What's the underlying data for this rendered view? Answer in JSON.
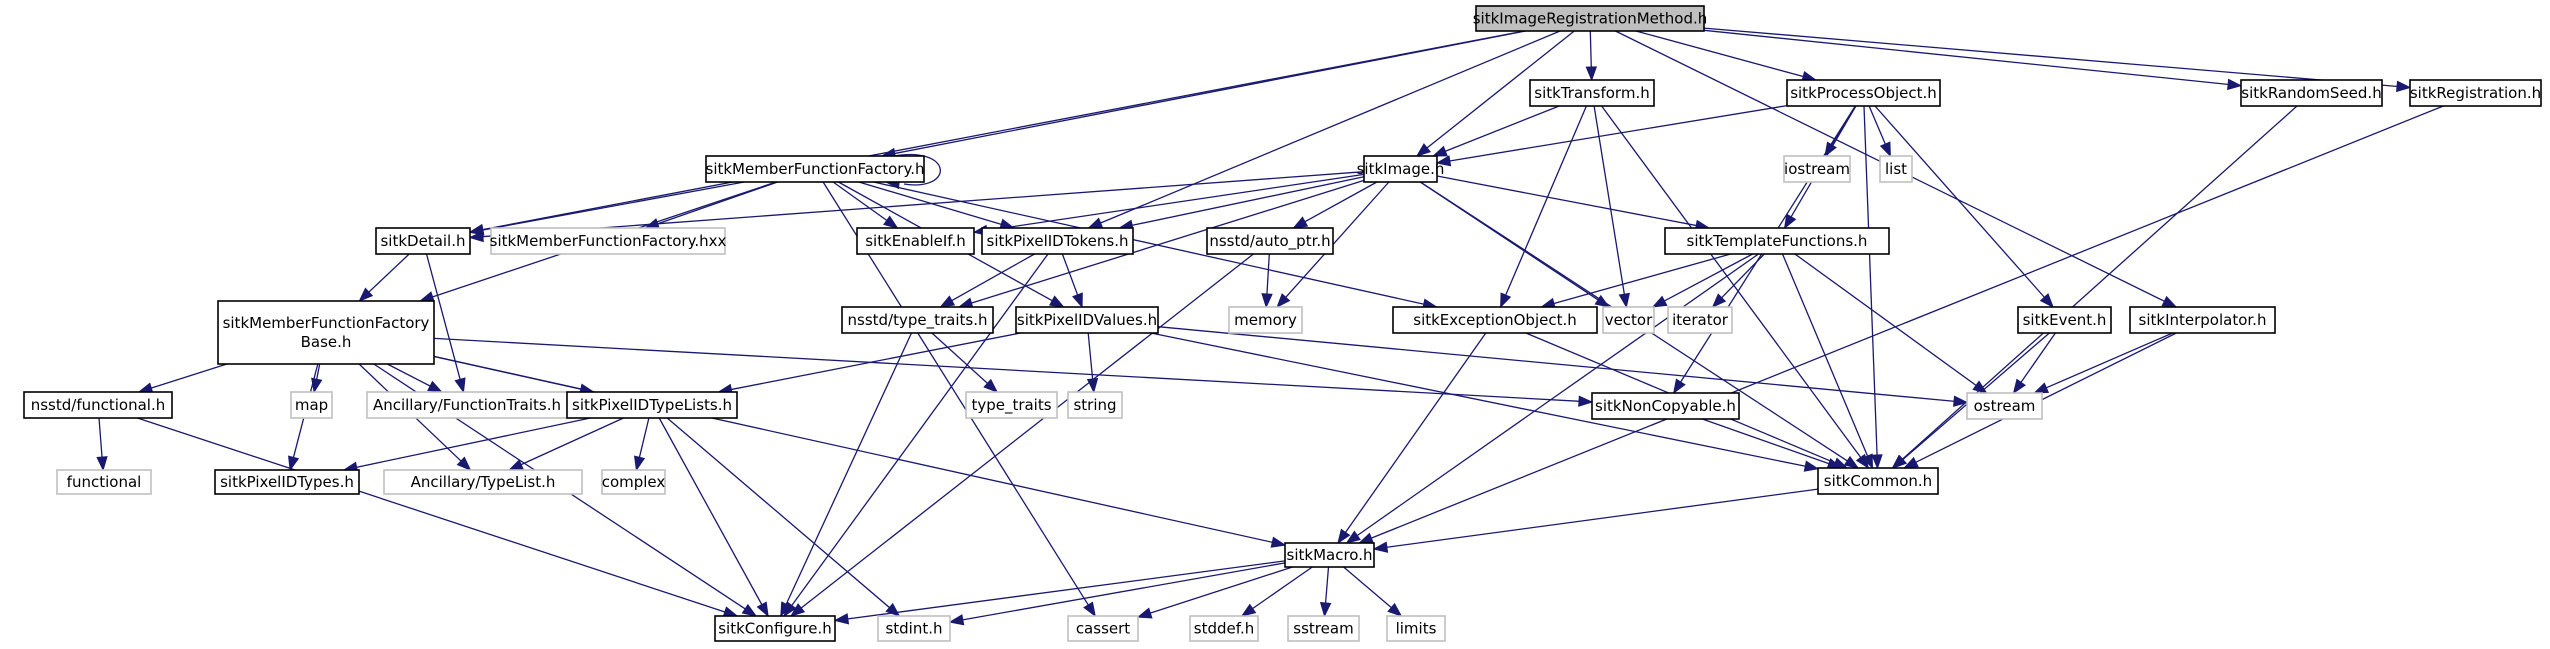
{
  "graph": {
    "title": "sitkImageRegistrationMethod.h",
    "kind": "include dependency graph",
    "colors": {
      "edge": "#191970",
      "root_fill": "#bfbfbf",
      "node_border": "#000000",
      "external_border": "#bfbfbf"
    },
    "nodes": [
      {
        "id": "root",
        "label": "sitkImageRegistrationMethod.h",
        "style": "root"
      },
      {
        "id": "transform",
        "label": "sitkTransform.h",
        "style": "normal"
      },
      {
        "id": "processobject",
        "label": "sitkProcessObject.h",
        "style": "normal"
      },
      {
        "id": "randomseed",
        "label": "sitkRandomSeed.h",
        "style": "normal"
      },
      {
        "id": "registration",
        "label": "sitkRegistration.h",
        "style": "normal"
      },
      {
        "id": "mff",
        "label": "sitkMemberFunctionFactory.h",
        "style": "normal"
      },
      {
        "id": "image",
        "label": "sitkImage.h",
        "style": "normal"
      },
      {
        "id": "iostream",
        "label": "iostream",
        "style": "external"
      },
      {
        "id": "list",
        "label": "list",
        "style": "external"
      },
      {
        "id": "detail",
        "label": "sitkDetail.h",
        "style": "normal"
      },
      {
        "id": "mffhxx",
        "label": "sitkMemberFunctionFactory.hxx",
        "style": "external"
      },
      {
        "id": "enableif",
        "label": "sitkEnableIf.h",
        "style": "normal"
      },
      {
        "id": "pixelidtokens",
        "label": "sitkPixelIDTokens.h",
        "style": "normal"
      },
      {
        "id": "autoptr",
        "label": "nsstd/auto_ptr.h",
        "style": "normal"
      },
      {
        "id": "templatefunctions",
        "label": "sitkTemplateFunctions.h",
        "style": "normal"
      },
      {
        "id": "mffbase",
        "label": "sitkMemberFunctionFactory|Base.h",
        "style": "normal"
      },
      {
        "id": "nsstdtypetraits",
        "label": "nsstd/type_traits.h",
        "style": "normal"
      },
      {
        "id": "pixelidvalues",
        "label": "sitkPixelIDValues.h",
        "style": "normal"
      },
      {
        "id": "memory",
        "label": "memory",
        "style": "external"
      },
      {
        "id": "exceptionobject",
        "label": "sitkExceptionObject.h",
        "style": "normal"
      },
      {
        "id": "vector",
        "label": "vector",
        "style": "external"
      },
      {
        "id": "iterator",
        "label": "iterator",
        "style": "external"
      },
      {
        "id": "event",
        "label": "sitkEvent.h",
        "style": "normal"
      },
      {
        "id": "interpolator",
        "label": "sitkInterpolator.h",
        "style": "normal"
      },
      {
        "id": "nsstdfunctional",
        "label": "nsstd/functional.h",
        "style": "normal"
      },
      {
        "id": "map",
        "label": "map",
        "style": "external"
      },
      {
        "id": "functiontraits",
        "label": "Ancillary/FunctionTraits.h",
        "style": "external"
      },
      {
        "id": "pixelidtypelists",
        "label": "sitkPixelIDTypeLists.h",
        "style": "normal"
      },
      {
        "id": "typetraits",
        "label": "type_traits",
        "style": "external"
      },
      {
        "id": "string",
        "label": "string",
        "style": "external"
      },
      {
        "id": "noncopyable",
        "label": "sitkNonCopyable.h",
        "style": "normal"
      },
      {
        "id": "ostream",
        "label": "ostream",
        "style": "external"
      },
      {
        "id": "functional",
        "label": "functional",
        "style": "external"
      },
      {
        "id": "pixelidtypes",
        "label": "sitkPixelIDTypes.h",
        "style": "normal"
      },
      {
        "id": "typelist",
        "label": "Ancillary/TypeList.h",
        "style": "external"
      },
      {
        "id": "complex",
        "label": "complex",
        "style": "external"
      },
      {
        "id": "common",
        "label": "sitkCommon.h",
        "style": "normal"
      },
      {
        "id": "macro",
        "label": "sitkMacro.h",
        "style": "normal"
      },
      {
        "id": "configure",
        "label": "sitkConfigure.h",
        "style": "normal"
      },
      {
        "id": "stdint",
        "label": "stdint.h",
        "style": "external"
      },
      {
        "id": "cassert",
        "label": "cassert",
        "style": "external"
      },
      {
        "id": "stddef",
        "label": "stddef.h",
        "style": "external"
      },
      {
        "id": "sstream",
        "label": "sstream",
        "style": "external"
      },
      {
        "id": "limits",
        "label": "limits",
        "style": "external"
      }
    ],
    "edges": [
      [
        "root",
        "mff"
      ],
      [
        "root",
        "detail"
      ],
      [
        "root",
        "image"
      ],
      [
        "root",
        "pixelidtokens"
      ],
      [
        "root",
        "transform"
      ],
      [
        "root",
        "processobject"
      ],
      [
        "root",
        "interpolator"
      ],
      [
        "root",
        "randomseed"
      ],
      [
        "root",
        "registration"
      ],
      [
        "transform",
        "image"
      ],
      [
        "transform",
        "exceptionobject"
      ],
      [
        "transform",
        "vector"
      ],
      [
        "transform",
        "common"
      ],
      [
        "processobject",
        "image"
      ],
      [
        "processobject",
        "templatefunctions"
      ],
      [
        "processobject",
        "iostream"
      ],
      [
        "processobject",
        "list"
      ],
      [
        "processobject",
        "noncopyable"
      ],
      [
        "processobject",
        "event"
      ],
      [
        "processobject",
        "common"
      ],
      [
        "randomseed",
        "common"
      ],
      [
        "registration",
        "macro"
      ],
      [
        "mff",
        "mff"
      ],
      [
        "mff",
        "detail"
      ],
      [
        "mff",
        "mffhxx"
      ],
      [
        "mff",
        "enableif"
      ],
      [
        "mff",
        "pixelidtokens"
      ],
      [
        "mff",
        "pixelidvalues"
      ],
      [
        "mff",
        "mffbase"
      ],
      [
        "mff",
        "exceptionobject"
      ],
      [
        "mff",
        "cassert"
      ],
      [
        "image",
        "detail"
      ],
      [
        "image",
        "enableif"
      ],
      [
        "image",
        "pixelidtokens"
      ],
      [
        "image",
        "nsstdtypetraits"
      ],
      [
        "image",
        "autoptr"
      ],
      [
        "image",
        "memory"
      ],
      [
        "image",
        "vector"
      ],
      [
        "image",
        "templatefunctions"
      ],
      [
        "image",
        "common"
      ],
      [
        "detail",
        "mffbase"
      ],
      [
        "detail",
        "functiontraits"
      ],
      [
        "pixelidtokens",
        "nsstdtypetraits"
      ],
      [
        "pixelidtokens",
        "pixelidvalues"
      ],
      [
        "pixelidtokens",
        "configure"
      ],
      [
        "autoptr",
        "memory"
      ],
      [
        "autoptr",
        "configure"
      ],
      [
        "templatefunctions",
        "exceptionobject"
      ],
      [
        "templatefunctions",
        "vector"
      ],
      [
        "templatefunctions",
        "iterator"
      ],
      [
        "templatefunctions",
        "ostream"
      ],
      [
        "templatefunctions",
        "macro"
      ],
      [
        "templatefunctions",
        "common"
      ],
      [
        "mffbase",
        "nsstdfunctional"
      ],
      [
        "mffbase",
        "map"
      ],
      [
        "mffbase",
        "functiontraits"
      ],
      [
        "mffbase",
        "pixelidtypelists"
      ],
      [
        "mffbase",
        "pixelidtypes"
      ],
      [
        "mffbase",
        "typelist"
      ],
      [
        "mffbase",
        "configure"
      ],
      [
        "mffbase",
        "macro"
      ],
      [
        "mffbase",
        "noncopyable"
      ],
      [
        "nsstdtypetraits",
        "typetraits"
      ],
      [
        "nsstdtypetraits",
        "configure"
      ],
      [
        "pixelidvalues",
        "string"
      ],
      [
        "pixelidvalues",
        "pixelidtypelists"
      ],
      [
        "pixelidvalues",
        "common"
      ],
      [
        "pixelidvalues",
        "ostream"
      ],
      [
        "exceptionobject",
        "macro"
      ],
      [
        "exceptionobject",
        "common"
      ],
      [
        "event",
        "ostream"
      ],
      [
        "event",
        "common"
      ],
      [
        "interpolator",
        "ostream"
      ],
      [
        "interpolator",
        "common"
      ],
      [
        "nsstdfunctional",
        "functional"
      ],
      [
        "nsstdfunctional",
        "configure"
      ],
      [
        "pixelidtypelists",
        "pixelidtypes"
      ],
      [
        "pixelidtypelists",
        "typelist"
      ],
      [
        "pixelidtypelists",
        "complex"
      ],
      [
        "pixelidtypelists",
        "configure"
      ],
      [
        "pixelidtypelists",
        "stdint"
      ],
      [
        "noncopyable",
        "common"
      ],
      [
        "common",
        "macro"
      ],
      [
        "macro",
        "configure"
      ],
      [
        "macro",
        "stdint"
      ],
      [
        "macro",
        "cassert"
      ],
      [
        "macro",
        "stddef"
      ],
      [
        "macro",
        "sstream"
      ],
      [
        "macro",
        "limits"
      ]
    ]
  }
}
